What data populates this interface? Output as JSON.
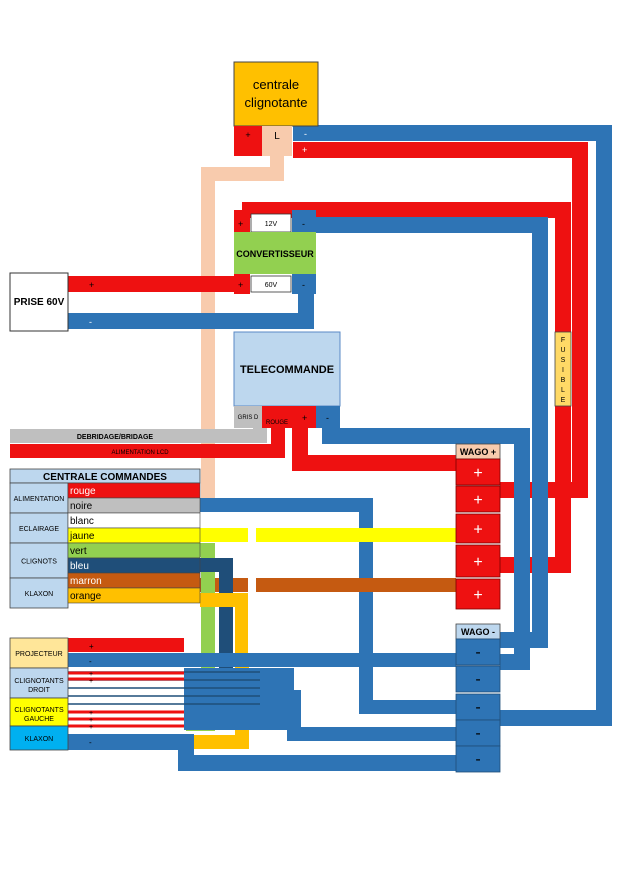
{
  "blocks": {
    "centrale_cligno": {
      "line1": "centrale",
      "line2": "clignotante",
      "plus": "+",
      "l": "L",
      "minus": "-"
    },
    "convertisseur": {
      "label": "CONVERTISSEUR",
      "v12": "12V",
      "v60": "60V",
      "plus": "+",
      "minus": "-"
    },
    "prise": {
      "label": "PRISE 60V",
      "plus": "+",
      "minus": "-"
    },
    "telecommande": {
      "label": "TELECOMMANDE",
      "gris": "GRIS D",
      "rouge": "ROUGE",
      "plus": "+",
      "minus": "-"
    },
    "fusible": {
      "letters": [
        "F",
        "U",
        "S",
        "I",
        "B",
        "L",
        "E"
      ]
    },
    "debridage": "DEBRIDAGE/BRIDAGE",
    "alimentation_lcd": "ALIMENTATION  LCD",
    "wago_plus": {
      "label": "WAGO +",
      "sign": "+"
    },
    "wago_minus": {
      "label": "WAGO -",
      "sign": "-"
    },
    "centrale_commandes": {
      "title": "CENTRALE COMMANDES",
      "groups": [
        "ALIMENTATION",
        "ECLAIRAGE",
        "CLIGNOTS",
        "KLAXON"
      ],
      "wires": [
        "rouge",
        "noire",
        "blanc",
        "jaune",
        "vert",
        "bleu",
        "marron",
        "orange"
      ]
    },
    "sorties": {
      "labels": [
        "PROJECTEUR",
        "CLIGNOTANTS DROIT",
        "CLIGNOTANTS GAUCHE",
        "KLAXON"
      ],
      "plus": "+",
      "minus": "-"
    }
  },
  "colors": {
    "red": "#ee1111",
    "blue": "#2e74b5",
    "peach": "#f8cbad",
    "orange": "#ffc000",
    "green": "#92d050",
    "gray": "#bfbfbf",
    "yellow": "#ffff00",
    "brown": "#c55a11",
    "darkblue": "#1f4e79",
    "lightblue": "#bdd7ee",
    "cream": "#ffd966",
    "cyan": "#00b0f0",
    "tan": "#ffe699"
  }
}
